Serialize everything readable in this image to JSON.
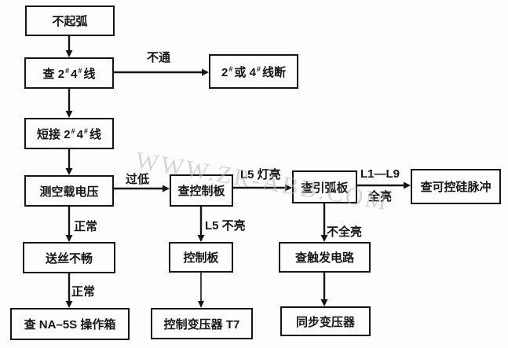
{
  "watermark": {
    "text": "WWW.ZR-ABB.COM",
    "color": "#b5b5b5"
  },
  "colors": {
    "background": "#fdfdfd",
    "line": "#151515",
    "text": "#161616"
  },
  "nodes": {
    "no_arc": {
      "label": "不起弧"
    },
    "check_line_2_4": {
      "parts": [
        "查 2",
        "#",
        "4",
        "#",
        "线"
      ]
    },
    "line_2_4_broken": {
      "parts": [
        "2",
        "#",
        "或 4",
        "#",
        "线断"
      ]
    },
    "short_line_2_4": {
      "parts": [
        "短接 2",
        "#",
        "4",
        "#",
        "线"
      ]
    },
    "measure_no_load_voltage": {
      "label": "测空载电压"
    },
    "wire_feed_problem": {
      "label": "送丝不畅"
    },
    "check_na5s_box": {
      "label": "查 NA–5S 操作箱"
    },
    "check_control_board": {
      "label": "查控制板"
    },
    "control_board": {
      "label": "控制板"
    },
    "control_transformer_t7": {
      "label": "控制变压器 T7"
    },
    "check_arc_striker_board": {
      "label": "查引弧板"
    },
    "check_trigger_circuit": {
      "label": "查触发电路"
    },
    "sync_transformer": {
      "label": "同步变压器"
    },
    "check_scr_pulse": {
      "label": "查可控硅脉冲"
    }
  },
  "edge_labels": {
    "not_connected": "不通",
    "too_low": "过低",
    "normal": "正常",
    "l5_lit": "L5 灯亮",
    "l5_not_lit": "L5 不亮",
    "l1_l9": "L1—L9",
    "all_lit": "全亮",
    "not_all_lit": "不全亮"
  }
}
